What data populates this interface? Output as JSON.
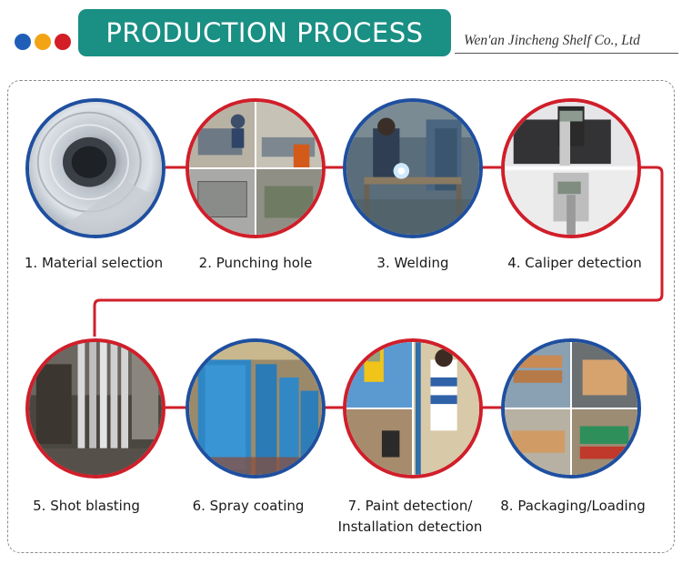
{
  "header": {
    "title": "PRODUCTION PROCESS",
    "company": "Wen'an Jincheng Shelf Co., Ltd",
    "dot_colors": [
      "#1f5fb8",
      "#f2a414",
      "#d31d27"
    ],
    "title_bg": "#1a8f84"
  },
  "colors": {
    "connector": "#d01f2a",
    "ring_blue": "#1f4f9f",
    "ring_red": "#d01f2a"
  },
  "steps": [
    {
      "label": "1. Material selection",
      "ring": "blue",
      "icon": "steel-coil-photo"
    },
    {
      "label": "2. Punching  hole",
      "ring": "red",
      "icon": "punching-machine-photo"
    },
    {
      "label": "3. Welding",
      "ring": "blue",
      "icon": "welding-photo"
    },
    {
      "label": "4. Caliper detection",
      "ring": "red",
      "icon": "caliper-photo"
    },
    {
      "label": "5. Shot blasting",
      "ring": "red",
      "icon": "shot-blasting-photo"
    },
    {
      "label": "6. Spray coating",
      "ring": "blue",
      "icon": "spray-coating-photo"
    },
    {
      "label": "7. Paint detection/",
      "label2": "Installation detection",
      "ring": "red",
      "icon": "paint-detection-photo"
    },
    {
      "label": "8. Packaging/Loading",
      "ring": "blue",
      "icon": "packaging-loading-photo"
    }
  ]
}
